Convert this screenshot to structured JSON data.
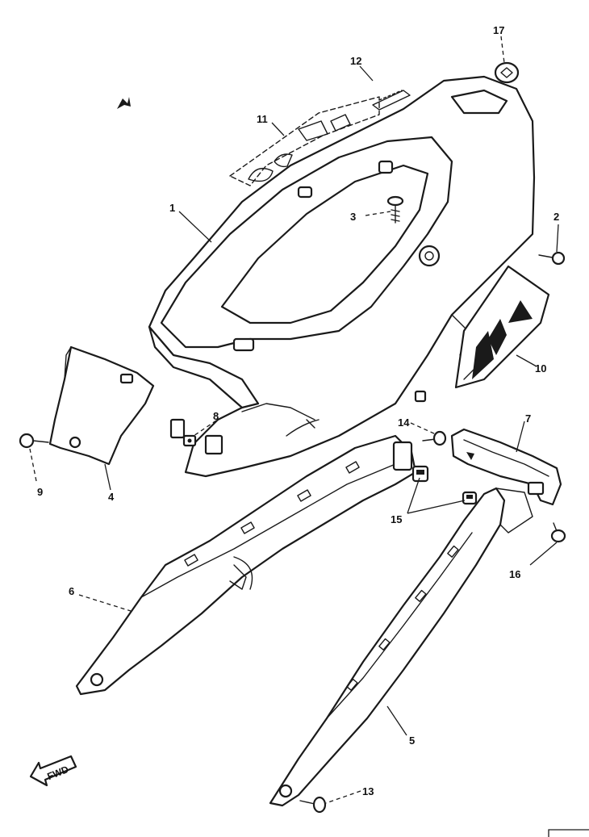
{
  "callouts": {
    "c1": "1",
    "c2": "2",
    "c3": "3",
    "c4": "4",
    "c5": "5",
    "c6": "6",
    "c7": "7",
    "c8": "8",
    "c9": "9",
    "c10": "10",
    "c11": "11",
    "c12": "12",
    "c13": "13",
    "c14": "14",
    "c15": "15",
    "c16": "16",
    "c17": "17"
  },
  "fwd_arrow": {
    "label": "FWD"
  },
  "colors": {
    "line": "#1a1a1a",
    "background": "#ffffff"
  }
}
